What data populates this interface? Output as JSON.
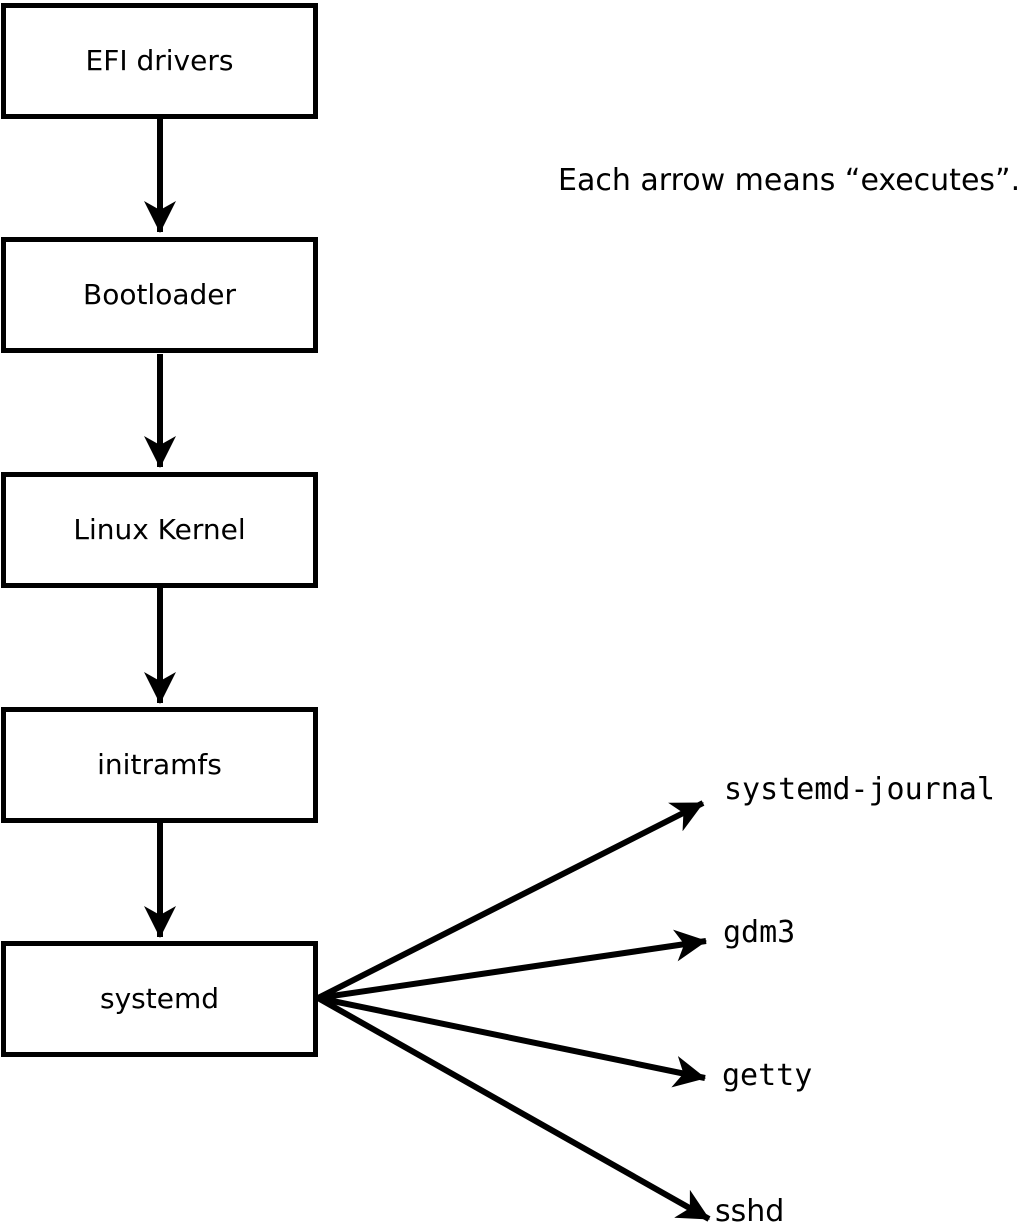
{
  "note": "Each arrow means “executes”.",
  "chain": [
    {
      "label": "EFI drivers"
    },
    {
      "label": "Bootloader"
    },
    {
      "label": "Linux Kernel"
    },
    {
      "label": "initramfs"
    },
    {
      "label": "systemd"
    }
  ],
  "services": [
    {
      "label": "systemd-journal"
    },
    {
      "label": "gdm3"
    },
    {
      "label": "getty"
    },
    {
      "label": "sshd"
    }
  ],
  "colors": {
    "line": "#000000",
    "background": "#ffffff",
    "box_fill": "#ffffff",
    "text": "#000000"
  }
}
